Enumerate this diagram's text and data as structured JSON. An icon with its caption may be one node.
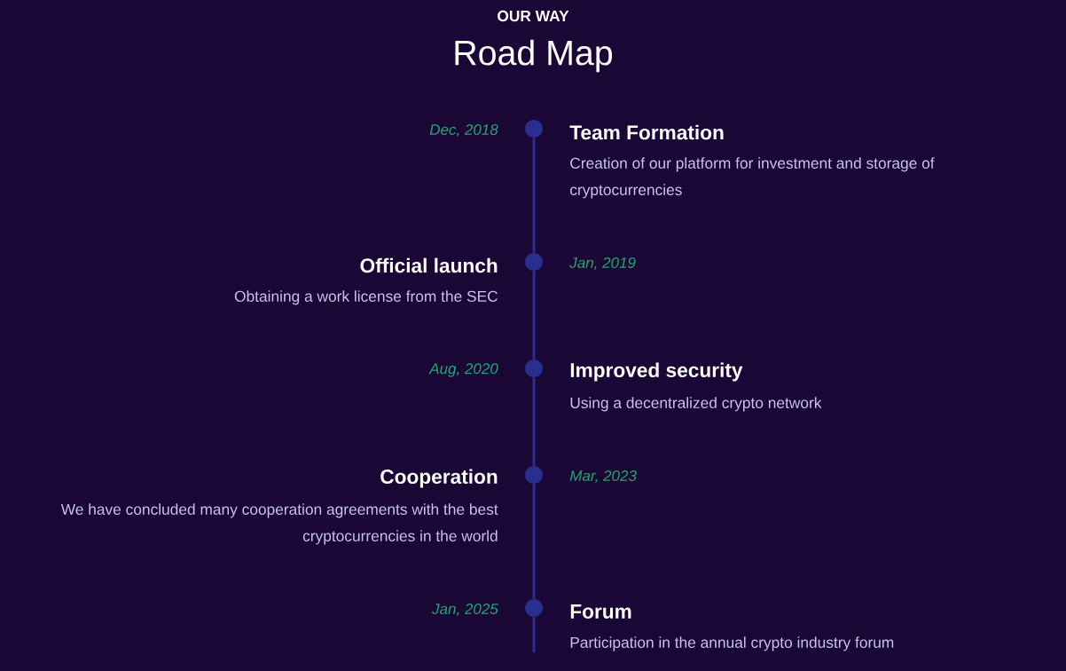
{
  "diagram": {
    "title": "Road Map",
    "nodes": [
      {
        "text": [],
        "shape": "circle",
        "beside": [
          "Dec, 2018",
          "Team Formation",
          "Creation of our platform for investment and storage of cryptocurrencies"
        ]
      },
      {
        "text": [],
        "shape": "circle",
        "beside": [
          "Jan, 2019",
          "Official launch",
          "Obtaining a work license from the SEC"
        ]
      },
      {
        "text": [],
        "shape": "circle",
        "beside": [
          "Aug, 2020",
          "Improved security",
          "Using a decentralized crypto network"
        ]
      },
      {
        "text": [],
        "shape": "circle",
        "beside": [
          "Mar, 2023",
          "Cooperation",
          "We have concluded many cooperation agreements with the best cryptocurrencies in the world"
        ]
      },
      {
        "text": [],
        "shape": "circle",
        "beside": [
          "Jan, 2025",
          "Forum",
          "Participation in the annual crypto industry forum"
        ]
      }
    ],
    "edges": [
      {
        "from": 0,
        "to": 1,
        "arrow": "none"
      },
      {
        "from": 1,
        "to": 2,
        "arrow": "none"
      },
      {
        "from": 2,
        "to": 3,
        "arrow": "none"
      },
      {
        "from": 3,
        "to": 4,
        "arrow": "none"
      },
      {
        "from": 4,
        "to": null,
        "arrow": "none"
      }
    ],
    "labels": [
      "OUR WAY"
    ]
  }
}
